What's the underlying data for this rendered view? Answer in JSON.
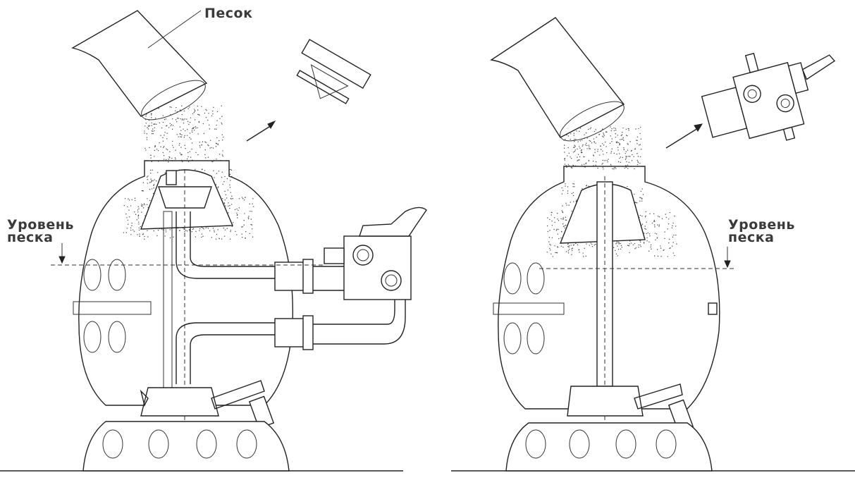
{
  "labels": {
    "sand": "Песок",
    "sand_level_left_line1": "Уровень",
    "sand_level_left_line2": "песка",
    "sand_level_right_line1": "Уровень",
    "sand_level_right_line2": "песка"
  }
}
